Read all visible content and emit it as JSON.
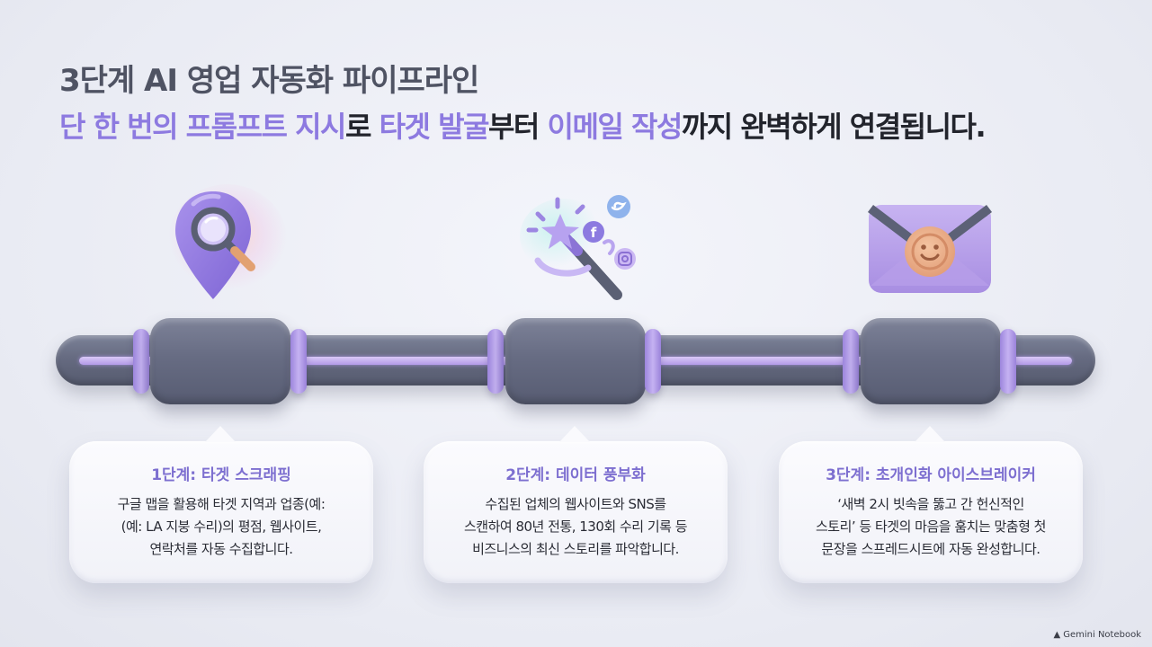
{
  "title": "3단계 AI 영업 자동화 파이프라인",
  "subtitle": {
    "seg1": "단 한 번의 프롬프트 지시",
    "seg2": "로 ",
    "seg3": "타겟 발굴",
    "seg4": "부터 ",
    "seg5": "이메일 작성",
    "seg6": "까지 완벽하게 연결됩니다."
  },
  "colors": {
    "accent": "#8d7ae0",
    "pipe": "#666b81",
    "ring": "#b9a3ee",
    "card_title": "#7d6fd0"
  },
  "stages": [
    {
      "icon": "map-pin-search-icon",
      "title": "1단계: 타겟 스크래핑",
      "lines": [
        "구글 맵을 활용해 타겟 지역과 업종(예:",
        "(예: LA 지붕 수리)의 평점, 웹사이트,",
        "연락처를 자동 수집합니다."
      ]
    },
    {
      "icon": "magic-wand-social-icon",
      "title": "2단계: 데이터 풍부화",
      "lines": [
        "수집된 업체의 웹사이트와 SNS를",
        "스캔하여 80년 전통, 130회 수리 기록 등",
        "비즈니스의 최신 스토리를 파악합니다."
      ]
    },
    {
      "icon": "envelope-wax-seal-icon",
      "title": "3단계: 초개인화 아이스브레이커",
      "lines": [
        "‘새벽 2시 빗속을 뚫고 간 헌신적인",
        "스토리’ 등 타겟의 마음을 훔치는 맞춤형 첫",
        "문장을 스프레드시트에 자동 완성합니다."
      ]
    }
  ],
  "watermark": "Gemini Notebook"
}
